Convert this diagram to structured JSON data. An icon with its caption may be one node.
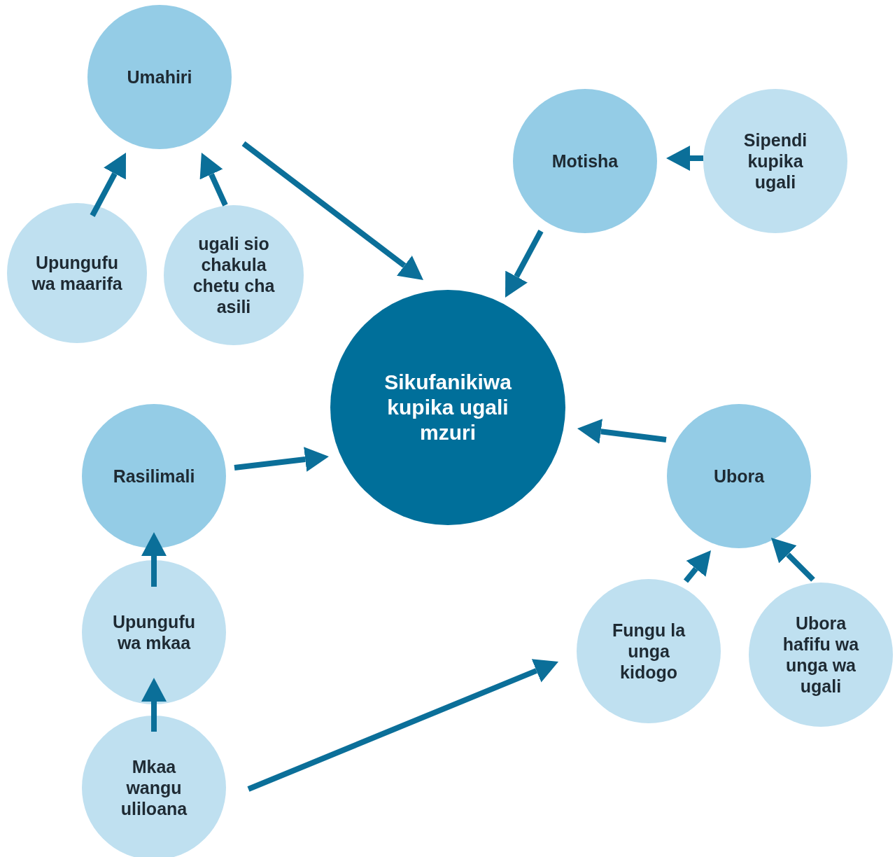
{
  "diagram": {
    "nodes": [
      {
        "text": [
          "Umahiri"
        ]
      },
      {
        "text": [
          "Motisha"
        ]
      },
      {
        "text": [
          "Sipendi kupika ugali"
        ]
      },
      {
        "text": [
          "Upungufu wa maarifa"
        ]
      },
      {
        "text": [
          "ugali sio chakula chetu cha asili"
        ]
      },
      {
        "text": [
          "Sikufanikiwa kupika ugali mzuri"
        ]
      },
      {
        "text": [
          "Rasilimali"
        ]
      },
      {
        "text": [
          "Ubora"
        ]
      },
      {
        "text": [
          "Upungufu wa mkaa"
        ]
      },
      {
        "text": [
          "Fungu la unga kidogo"
        ]
      },
      {
        "text": [
          "Ubora hafifu wa unga wa ugali"
        ]
      },
      {
        "text": [
          "Mkaa wangu uliloana"
        ]
      }
    ],
    "edges": [
      {
        "from": 0,
        "to": 5,
        "arrow": "to"
      },
      {
        "from": 1,
        "to": 5,
        "arrow": "to"
      },
      {
        "from": 2,
        "to": 1,
        "arrow": "to"
      },
      {
        "from": 3,
        "to": 0,
        "arrow": "to"
      },
      {
        "from": 4,
        "to": 0,
        "arrow": "to"
      },
      {
        "from": 6,
        "to": 5,
        "arrow": "to"
      },
      {
        "from": 7,
        "to": 5,
        "arrow": "to"
      },
      {
        "from": 8,
        "to": 6,
        "arrow": "to"
      },
      {
        "from": 9,
        "to": 7,
        "arrow": "to"
      },
      {
        "from": 10,
        "to": 7,
        "arrow": "to"
      },
      {
        "from": 11,
        "to": 8,
        "arrow": "to"
      },
      {
        "from": 11,
        "to": 9,
        "arrow": "to"
      }
    ]
  }
}
